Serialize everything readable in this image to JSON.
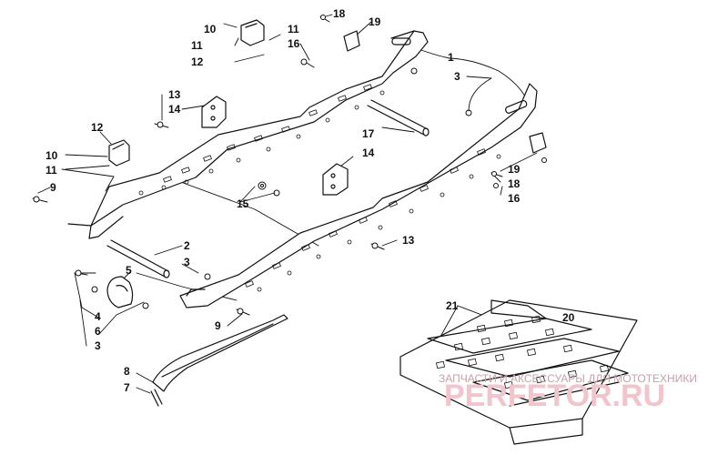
{
  "diagram": {
    "callouts": [
      {
        "id": "c10a",
        "text": "10"
      },
      {
        "id": "c11a",
        "text": "11"
      },
      {
        "id": "c12a",
        "text": "12"
      },
      {
        "id": "c11b",
        "text": "11"
      },
      {
        "id": "c16a",
        "text": "16"
      },
      {
        "id": "c18a",
        "text": "18"
      },
      {
        "id": "c19a",
        "text": "19"
      },
      {
        "id": "c1",
        "text": "1"
      },
      {
        "id": "c3a",
        "text": "3"
      },
      {
        "id": "c13a",
        "text": "13"
      },
      {
        "id": "c14a",
        "text": "14"
      },
      {
        "id": "c12b",
        "text": "12"
      },
      {
        "id": "c10b",
        "text": "10"
      },
      {
        "id": "c11c",
        "text": "11"
      },
      {
        "id": "c9a",
        "text": "9"
      },
      {
        "id": "c17",
        "text": "17"
      },
      {
        "id": "c14b",
        "text": "14"
      },
      {
        "id": "c15",
        "text": "15"
      },
      {
        "id": "c19b",
        "text": "19"
      },
      {
        "id": "c18b",
        "text": "18"
      },
      {
        "id": "c16b",
        "text": "16"
      },
      {
        "id": "c13b",
        "text": "13"
      },
      {
        "id": "c2",
        "text": "2"
      },
      {
        "id": "c3b",
        "text": "3"
      },
      {
        "id": "c5",
        "text": "5"
      },
      {
        "id": "c4",
        "text": "4"
      },
      {
        "id": "c6",
        "text": "6"
      },
      {
        "id": "c3c",
        "text": "3"
      },
      {
        "id": "c9b",
        "text": "9"
      },
      {
        "id": "c8",
        "text": "8"
      },
      {
        "id": "c7",
        "text": "7"
      },
      {
        "id": "c21",
        "text": "21"
      },
      {
        "id": "c20",
        "text": "20"
      }
    ],
    "watermark": {
      "tagline": "ЗАПЧАСТИ И АКСЕССУАРЫ ДЛЯ МОТОТЕХНИКИ",
      "brand": "PERFETOR.RU"
    }
  }
}
